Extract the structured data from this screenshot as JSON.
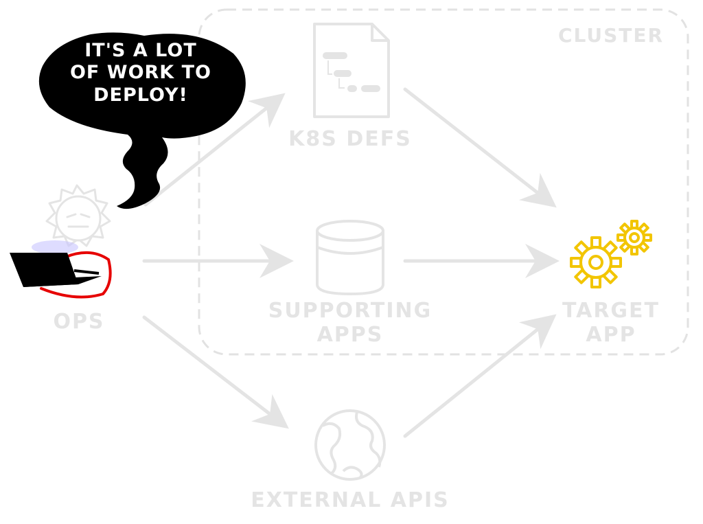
{
  "colors": {
    "faded": "#e4e4e4",
    "accent_gear": "#f2c500",
    "bubble": "#000000",
    "highlight": "#e60000"
  },
  "speech_bubble": {
    "lines": [
      "IT'S A LOT",
      "OF WORK TO",
      "DEPLOY!"
    ]
  },
  "cluster": {
    "label": "CLUSTER"
  },
  "nodes": {
    "ops": {
      "label": "OPS",
      "icon": "person-with-laptop-icon"
    },
    "k8s_defs": {
      "label": "K8S DEFS",
      "icon": "document-tree-icon"
    },
    "supporting_apps": {
      "lines": [
        "SUPPORTING",
        "APPS"
      ],
      "icon": "database-icon"
    },
    "external_apis": {
      "label": "EXTERNAL APIS",
      "icon": "globe-icon"
    },
    "target_app": {
      "lines": [
        "TARGET",
        "APP"
      ],
      "icon": "gears-icon"
    }
  }
}
